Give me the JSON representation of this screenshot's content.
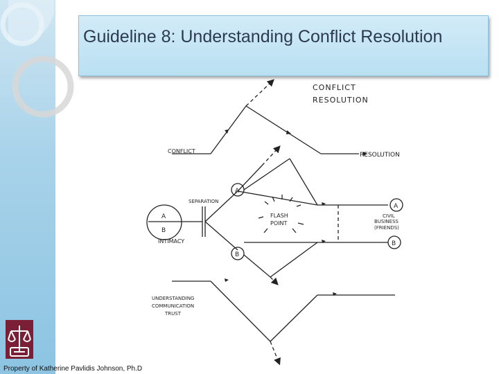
{
  "slide": {
    "title": "Guideline 8: Understanding Conflict Resolution",
    "footer": "Property of Katherine Pavlidis Johnson, Ph.D"
  },
  "diagram": {
    "heading_line1": "CONFLICT",
    "heading_line2": "RESOLUTION",
    "conflict_label": "CONFLICT",
    "resolution_label": "RESOLUTION",
    "separation_label": "SEPARATION",
    "intimacy_label": "INTIMACY",
    "flash_line1": "FLASH",
    "flash_line2": "POINT",
    "node_a": "A",
    "node_b": "B",
    "civil_line1": "CIVIL",
    "civil_line2": "BUSINESS",
    "civil_line3": "(FRIENDS)",
    "understanding_line1": "UNDERSTANDING",
    "understanding_line2": "COMMUNICATION",
    "understanding_line3": "TRUST"
  },
  "colors": {
    "title_text": "#2c3a4f",
    "title_bg": "#c4e5f4",
    "side_band": "#a9d3ea",
    "logo": "#7a1f35",
    "ink": "#222222"
  }
}
